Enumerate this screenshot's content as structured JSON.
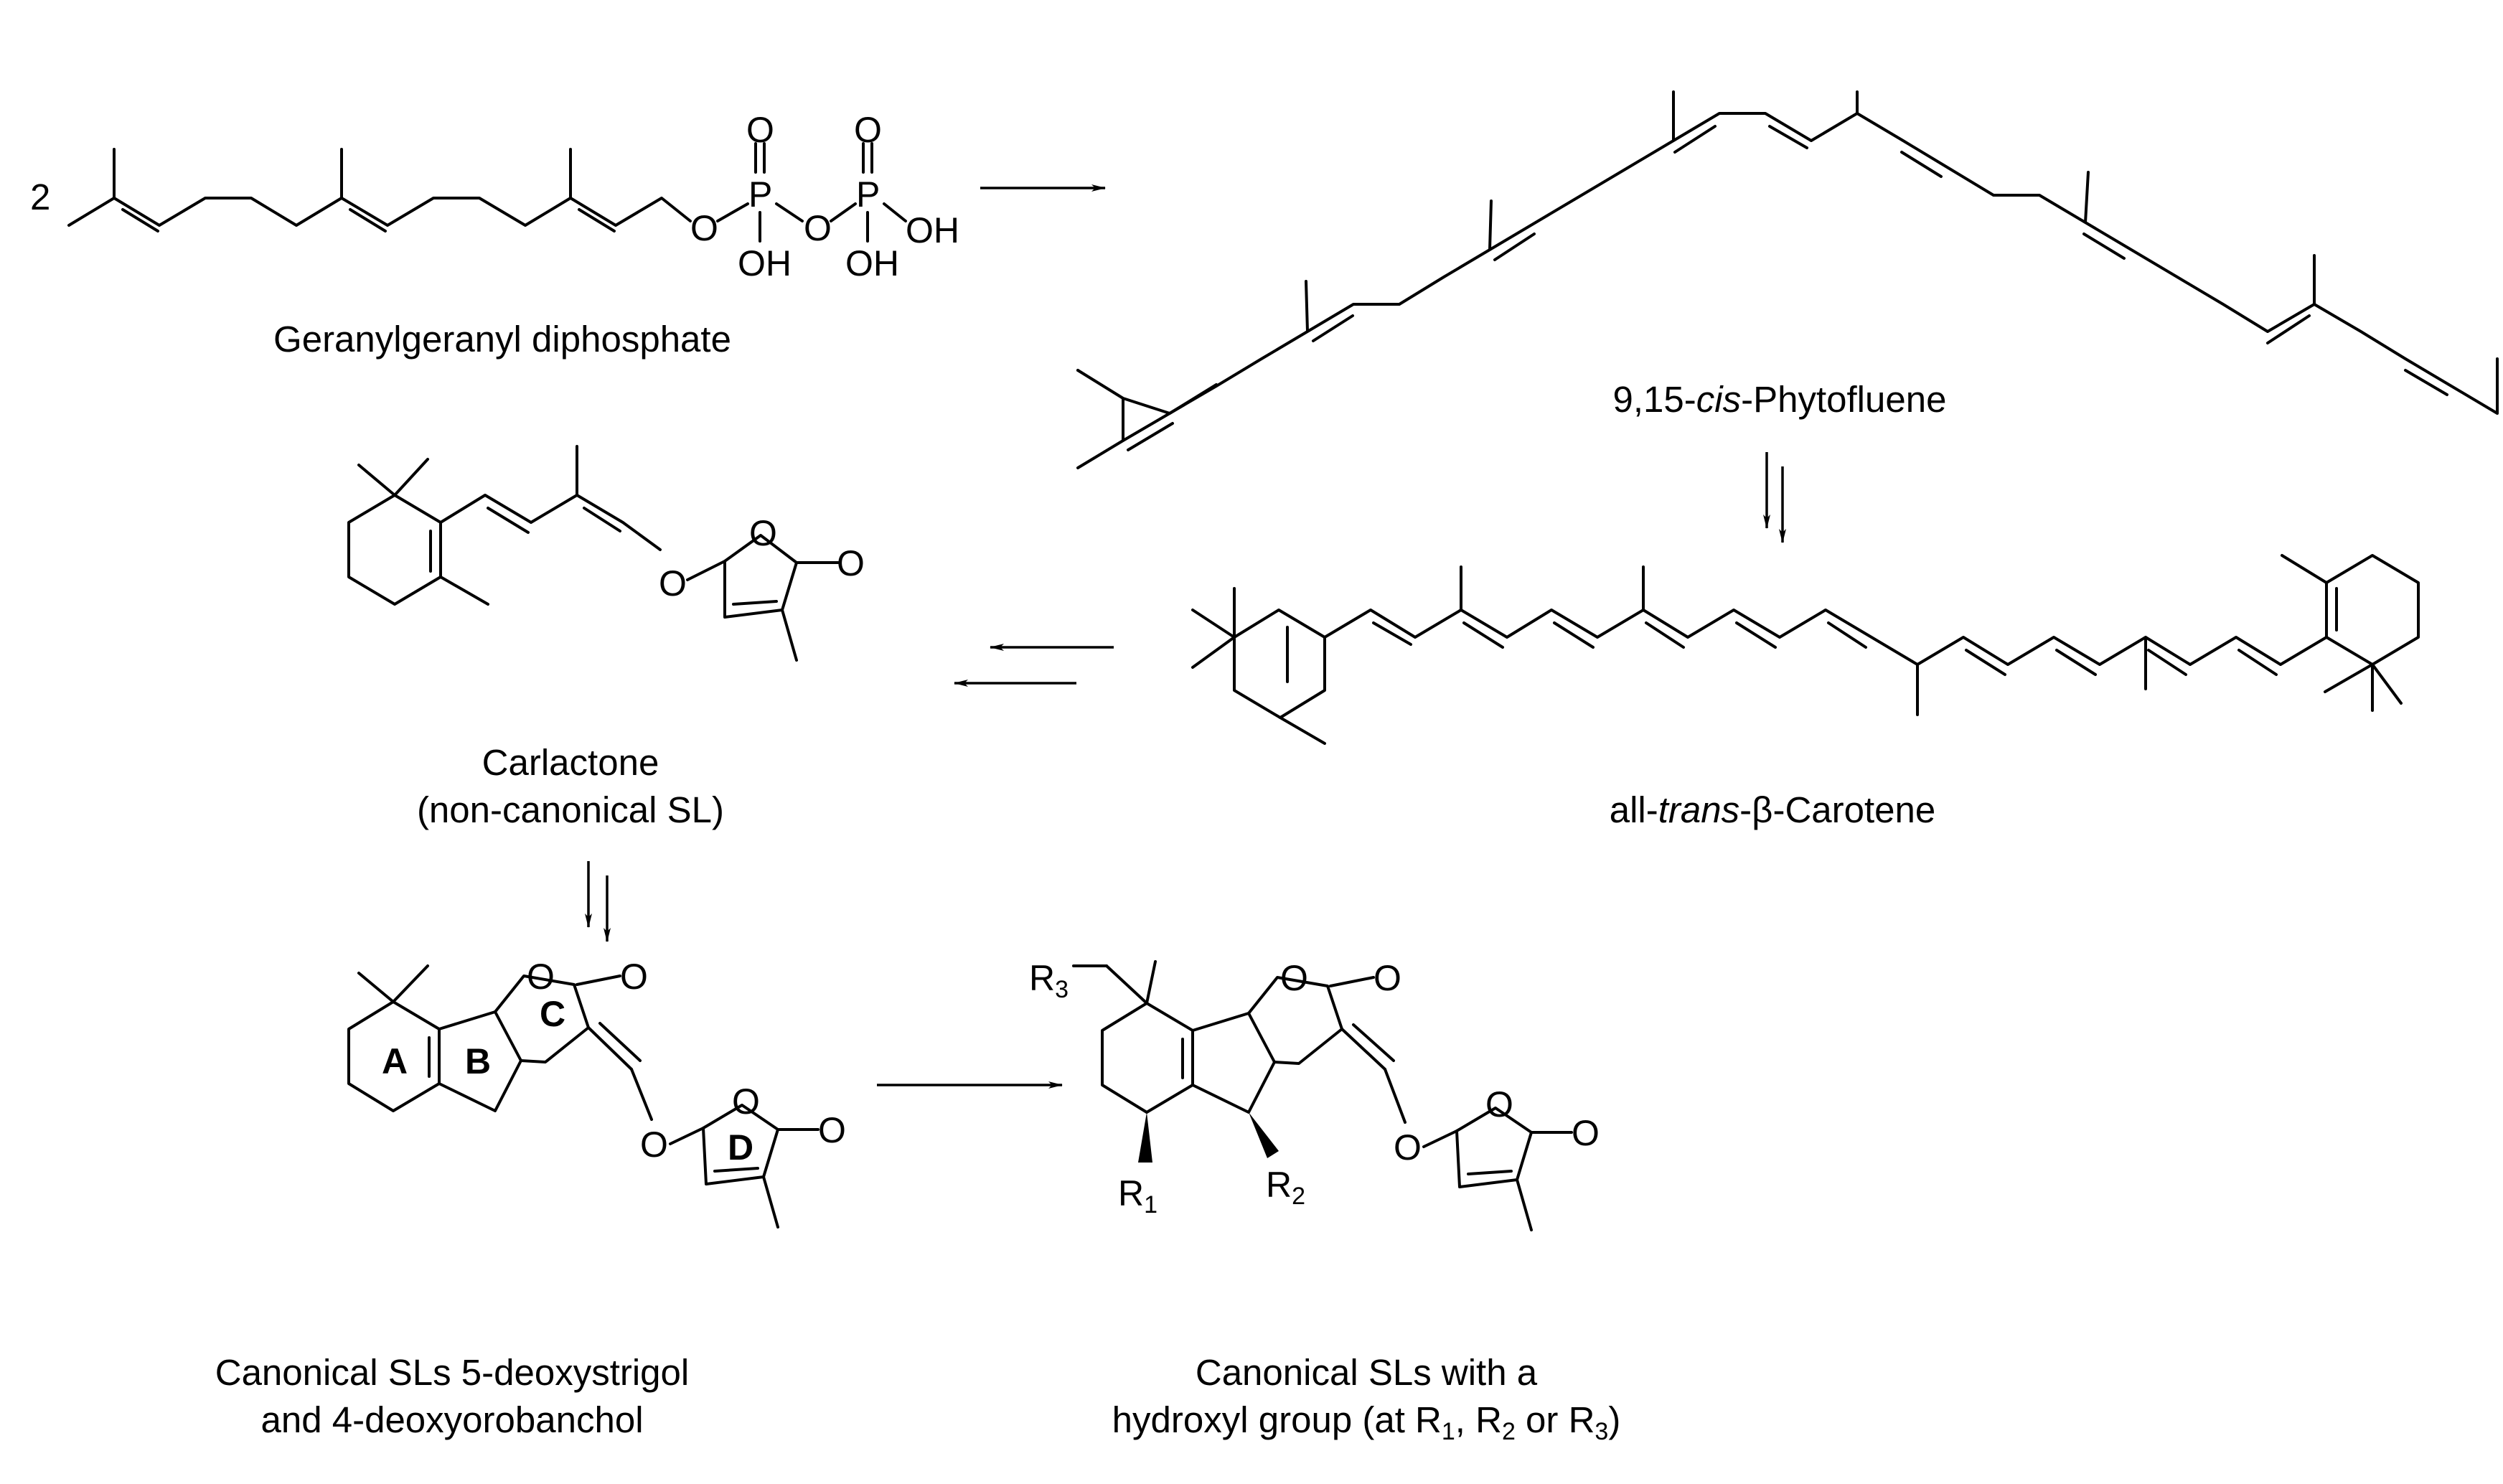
{
  "compounds": {
    "ggpp": {
      "label": "Geranylgeranyl diphosphate",
      "coefficient": "2"
    },
    "phytofluene": {
      "label_pre": "9,15-",
      "label_em": "cis",
      "label_post": "-Phytofluene"
    },
    "carotene": {
      "label_pre": "all-",
      "label_em": "trans",
      "label_post": "-β-Carotene"
    },
    "carlactone": {
      "label_line1": "Carlactone",
      "label_line2": "(non-canonical SL)"
    },
    "canonical_sls": {
      "label_line1": "Canonical SLs 5-deoxystrigol",
      "label_line2": "and 4-deoxyorobanchol"
    },
    "hydroxy_sls": {
      "label_line1": "Canonical SLs with a",
      "label_line2_pre": "hydroxyl group (at R",
      "sub1": "1",
      "sep1": ", R",
      "sub2": "2",
      "sep2": " or R",
      "sub3": "3",
      "close": ")"
    }
  },
  "atoms": {
    "O": "O",
    "P": "P",
    "OH": "OH",
    "R": "R",
    "r1": "1",
    "r2": "2",
    "r3": "3"
  },
  "ring_labels": {
    "A": "A",
    "B": "B",
    "C": "C",
    "D": "D"
  },
  "colors": {
    "ink": "#000000",
    "background": "#ffffff"
  }
}
